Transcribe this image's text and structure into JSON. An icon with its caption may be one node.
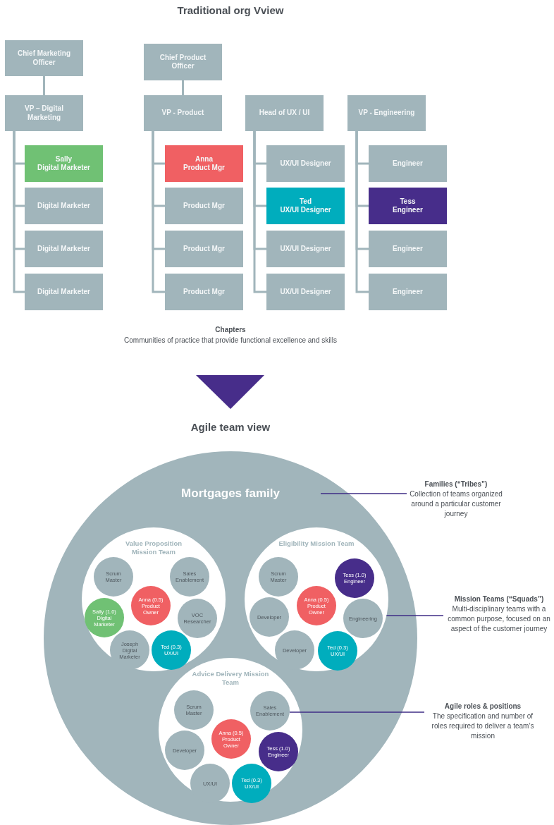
{
  "diagram": {
    "title": "Traditional org Vview",
    "nodes": [
      {
        "text": [
          "Chief Marketing Officer"
        ]
      },
      {
        "text": [
          "Chief Product Officer"
        ]
      },
      {
        "text": [
          "VP – Digital Marketing"
        ]
      },
      {
        "text": [
          "VP - Product"
        ]
      },
      {
        "text": [
          "Head of UX / UI"
        ]
      },
      {
        "text": [
          "VP - Engineering"
        ]
      },
      {
        "text": [
          "Sally",
          "Digital Marketer"
        ]
      },
      {
        "text": [
          "Anna",
          "Product Mgr"
        ]
      },
      {
        "text": [
          "UX/UI Designer"
        ]
      },
      {
        "text": [
          "Engineer"
        ]
      },
      {
        "text": [
          "Digital Marketer"
        ]
      },
      {
        "text": [
          "Product Mgr"
        ]
      },
      {
        "text": [
          "Ted",
          "UX/UI Designer"
        ]
      },
      {
        "text": [
          "Tess",
          "Engineer"
        ]
      },
      {
        "text": [
          "Digital Marketer"
        ]
      },
      {
        "text": [
          "Product Mgr"
        ]
      },
      {
        "text": [
          "UX/UI Designer"
        ]
      },
      {
        "text": [
          "Engineer"
        ]
      },
      {
        "text": [
          "Digital Marketer"
        ]
      },
      {
        "text": [
          "Product Mgr"
        ]
      },
      {
        "text": [
          "UX/UI Designer"
        ]
      },
      {
        "text": [
          "Engineer"
        ]
      },
      {
        "text": [
          "Mortgages family"
        ]
      },
      {
        "text": [
          "Value Proposition Mission Team"
        ],
        "in": 22
      },
      {
        "text": [
          "Scrum Master"
        ],
        "in": 23
      },
      {
        "text": [
          "Sales Enablement"
        ],
        "in": 23
      },
      {
        "text": [
          "Anna (0.5) Product Owner"
        ],
        "in": 23
      },
      {
        "text": [
          "Sally (1.0) Digital Marketer"
        ],
        "in": 23
      },
      {
        "text": [
          "VOC Researcher"
        ],
        "in": 23
      },
      {
        "text": [
          "Joseph Digital Marketer"
        ],
        "in": 23
      },
      {
        "text": [
          "Ted (0.3) UX/UI"
        ],
        "in": 23
      },
      {
        "text": [
          "Eligibility Mission Team"
        ],
        "in": 22
      },
      {
        "text": [
          "Scrum Master"
        ],
        "in": 31
      },
      {
        "text": [
          "Tess (1.0) Engineer"
        ],
        "in": 31
      },
      {
        "text": [
          "Anna (0.5) Product Owner"
        ],
        "in": 31
      },
      {
        "text": [
          "Developer"
        ],
        "in": 31
      },
      {
        "text": [
          "Engineering"
        ],
        "in": 31
      },
      {
        "text": [
          "Developer"
        ],
        "in": 31
      },
      {
        "text": [
          "Ted (0.3) UX/UI"
        ],
        "in": 31
      },
      {
        "text": [
          "Advice Delivery Mission Team"
        ],
        "in": 22
      },
      {
        "text": [
          "Scrum Master"
        ],
        "in": 39
      },
      {
        "text": [
          "Sales Enablement"
        ],
        "in": 39
      },
      {
        "text": [
          "Anna (0.5) Product Owner"
        ],
        "in": 39
      },
      {
        "text": [
          "Developer"
        ],
        "in": 39
      },
      {
        "text": [
          "Tess (1.0) Engineer"
        ],
        "in": 39
      },
      {
        "text": [
          "UX/UI"
        ],
        "in": 39
      },
      {
        "text": [
          "Ted (0.3) UX/UI"
        ],
        "in": 39
      },
      {
        "text": [
          "Families (“Tribes”)",
          "Collection of teams organized around a particular customer journey"
        ]
      },
      {
        "text": [
          "Mission Teams (“Squads”)",
          "Multi-disciplinary teams with a common purpose, focused on an aspect of the customer journey"
        ]
      },
      {
        "text": [
          "Agile roles & positions",
          "The specification and number of roles required to deliver a team’s mission"
        ]
      }
    ],
    "edges": [
      {
        "from": 0,
        "to": 2,
        "arrow": "none"
      },
      {
        "from": 2,
        "to": 6,
        "arrow": "none"
      },
      {
        "from": 2,
        "to": 10,
        "arrow": "none"
      },
      {
        "from": 2,
        "to": 14,
        "arrow": "none"
      },
      {
        "from": 2,
        "to": 18,
        "arrow": "none"
      },
      {
        "from": 1,
        "to": 3,
        "arrow": "none"
      },
      {
        "from": 3,
        "to": 7,
        "arrow": "none"
      },
      {
        "from": 3,
        "to": 11,
        "arrow": "none"
      },
      {
        "from": 3,
        "to": 15,
        "arrow": "none"
      },
      {
        "from": 3,
        "to": 19,
        "arrow": "none"
      },
      {
        "from": 4,
        "to": 8,
        "arrow": "none"
      },
      {
        "from": 4,
        "to": 12,
        "arrow": "none"
      },
      {
        "from": 4,
        "to": 16,
        "arrow": "none"
      },
      {
        "from": 4,
        "to": 20,
        "arrow": "none"
      },
      {
        "from": 5,
        "to": 9,
        "arrow": "none"
      },
      {
        "from": 5,
        "to": 13,
        "arrow": "none"
      },
      {
        "from": 5,
        "to": 17,
        "arrow": "none"
      },
      {
        "from": 5,
        "to": 21,
        "arrow": "none"
      },
      {
        "from": 47,
        "to": 22,
        "arrow": "none",
        "color": "#3f2d86"
      },
      {
        "from": 48,
        "to": 31,
        "arrow": "none",
        "color": "#3f2d86"
      },
      {
        "from": 49,
        "to": 41,
        "arrow": "none",
        "color": "#3f2d86"
      }
    ],
    "labels": [
      "Chapters",
      "Communities of practice that provide functional excellence and skills",
      "Agile team view"
    ]
  }
}
